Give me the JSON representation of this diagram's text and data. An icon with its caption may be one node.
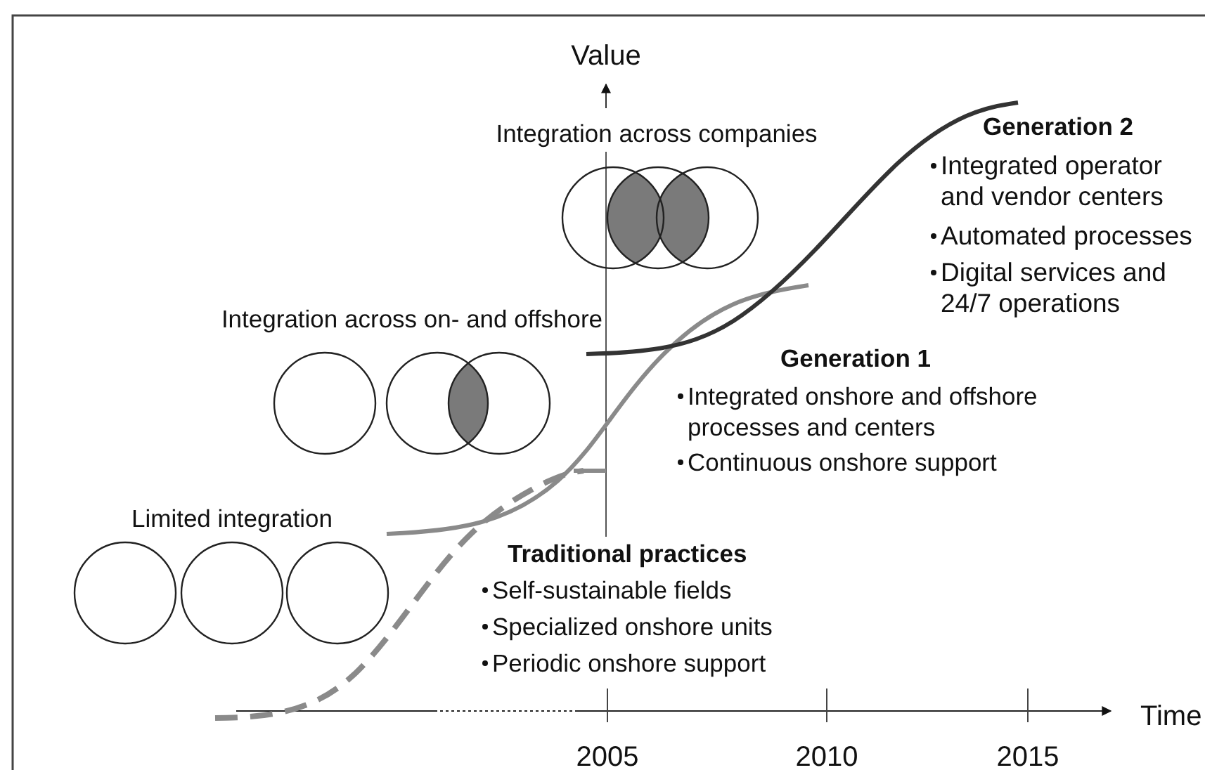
{
  "diagram": {
    "labels": [
      "Value",
      "Generation 2",
      "Integration across companies",
      "Integrated operator and vendor centers",
      "Automated processes",
      "Digital services and 24/7 operations",
      "Integration across on- and offshore",
      "Generation 1",
      "Integrated onshore and offshore processes and centers",
      "Continuous onshore support",
      "Limited integration",
      "Traditional practices",
      "Self-sustainable fields",
      "Specialized onshore units",
      "Periodic onshore support",
      "Time",
      "2005",
      "2010",
      "2015"
    ]
  }
}
